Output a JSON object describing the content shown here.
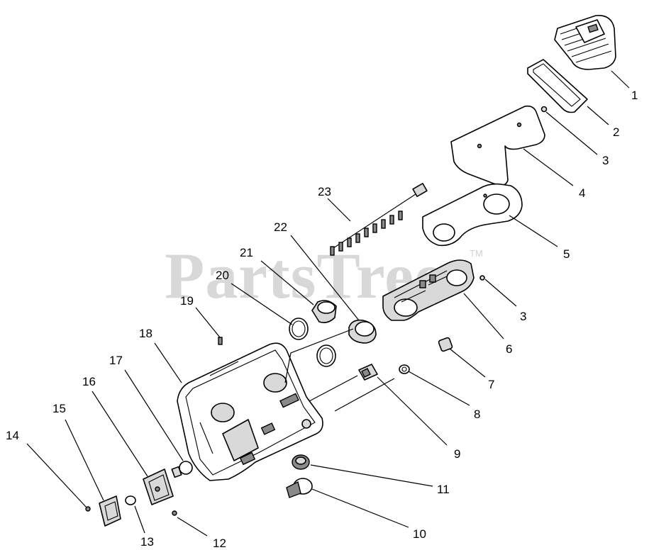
{
  "watermark": {
    "text": "PartsTree",
    "trademark": "TM"
  },
  "callouts": [
    {
      "id": "1",
      "label": "1"
    },
    {
      "id": "2",
      "label": "2"
    },
    {
      "id": "3a",
      "label": "3"
    },
    {
      "id": "4",
      "label": "4"
    },
    {
      "id": "5",
      "label": "5"
    },
    {
      "id": "3b",
      "label": "3"
    },
    {
      "id": "6",
      "label": "6"
    },
    {
      "id": "7",
      "label": "7"
    },
    {
      "id": "8",
      "label": "8"
    },
    {
      "id": "9",
      "label": "9"
    },
    {
      "id": "11",
      "label": "11"
    },
    {
      "id": "10",
      "label": "10"
    },
    {
      "id": "12",
      "label": "12"
    },
    {
      "id": "13",
      "label": "13"
    },
    {
      "id": "14",
      "label": "14"
    },
    {
      "id": "15",
      "label": "15"
    },
    {
      "id": "16",
      "label": "16"
    },
    {
      "id": "17",
      "label": "17"
    },
    {
      "id": "18",
      "label": "18"
    },
    {
      "id": "19",
      "label": "19"
    },
    {
      "id": "20",
      "label": "20"
    },
    {
      "id": "21",
      "label": "21"
    },
    {
      "id": "22",
      "label": "22"
    },
    {
      "id": "23",
      "label": "23"
    }
  ]
}
